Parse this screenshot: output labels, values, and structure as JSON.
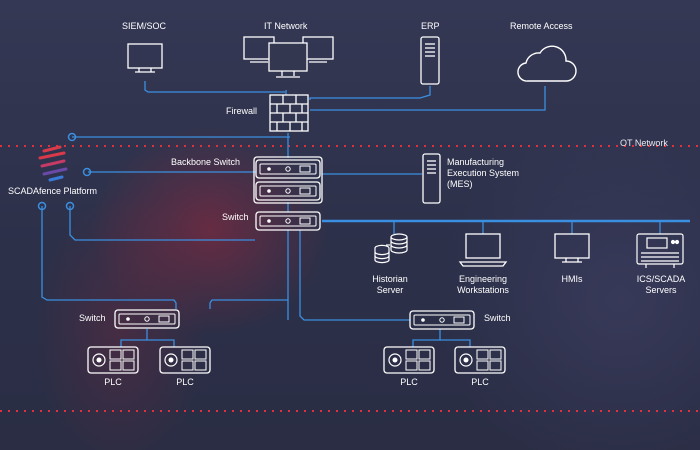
{
  "labels": {
    "siem": "SIEM/SOC",
    "it_network": "IT Network",
    "erp": "ERP",
    "remote_access": "Remote Access",
    "firewall": "Firewall",
    "ot_network": "OT Network",
    "backbone_switch": "Backbone Switch",
    "mes": [
      "Manufacturing",
      "Execution System",
      "(MES)"
    ],
    "switch_main": "Switch",
    "platform": "SCADAfence Platform",
    "historian": [
      "Historian",
      "Server"
    ],
    "engineering": [
      "Engineering",
      "Workstations"
    ],
    "hmis": "HMIs",
    "ics": [
      "ICS/SCADA",
      "Servers"
    ],
    "switch_left": "Switch",
    "switch_right": "Switch",
    "plc": "PLC"
  },
  "colors": {
    "line": "#3b8fe0",
    "device": "#ffffff",
    "boundary": "#e0303c",
    "logo": [
      "#d83a4a",
      "#c63a66",
      "#6a4aa8",
      "#3a7ad8"
    ]
  }
}
